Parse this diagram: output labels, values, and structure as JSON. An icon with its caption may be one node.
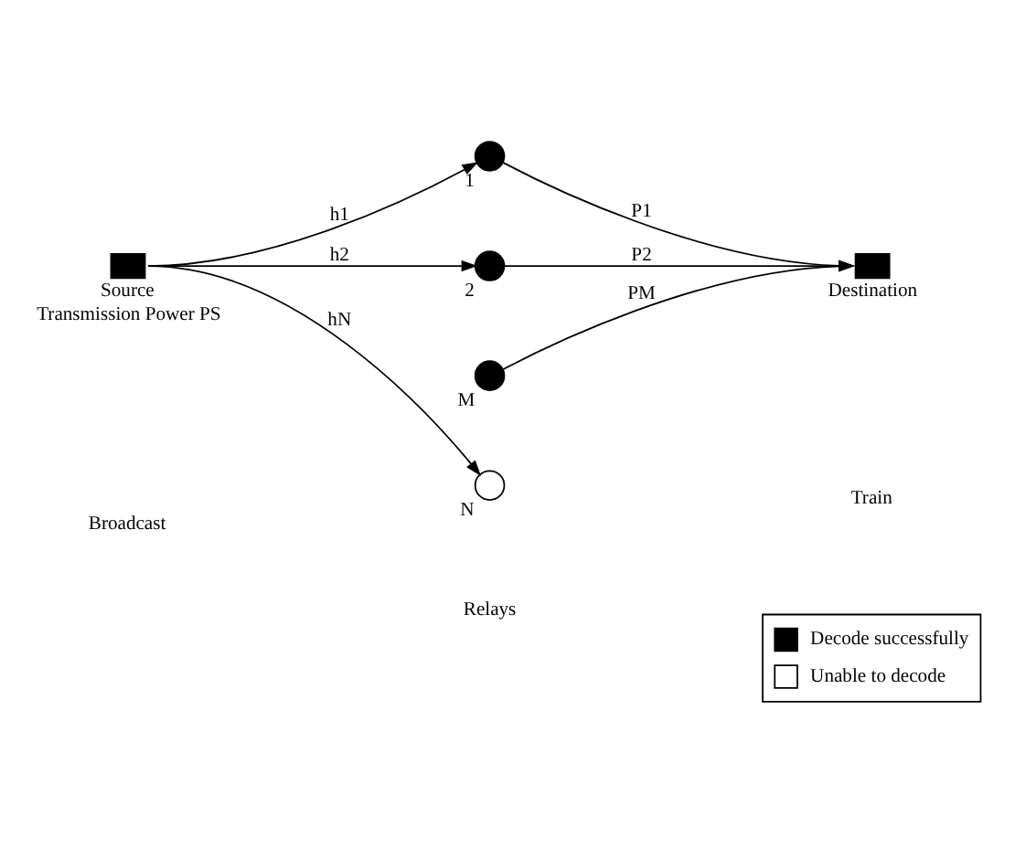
{
  "diagram": {
    "nodes": [
      {
        "text": [],
        "shape": "box",
        "beside": [
          "Source",
          "Transmission Power PS"
        ]
      },
      {
        "text": [],
        "shape": "circle",
        "beside": [
          "1"
        ]
      },
      {
        "text": [],
        "shape": "circle",
        "beside": [
          "2"
        ]
      },
      {
        "text": [],
        "shape": "circle",
        "beside": [
          "M"
        ]
      },
      {
        "text": [],
        "shape": "circle",
        "beside": [
          "N"
        ]
      },
      {
        "text": [],
        "shape": "box",
        "beside": [
          "Destination"
        ]
      }
    ],
    "edges": [
      {
        "from": 0,
        "to": 1,
        "arrow": "to",
        "label": "h1"
      },
      {
        "from": 0,
        "to": 2,
        "arrow": "to",
        "label": "h2"
      },
      {
        "from": 0,
        "to": 4,
        "arrow": "to",
        "label": "hN"
      },
      {
        "from": 1,
        "to": 5,
        "arrow": "to",
        "label": "P1"
      },
      {
        "from": 2,
        "to": 5,
        "arrow": "to",
        "label": "P2"
      },
      {
        "from": 3,
        "to": 5,
        "arrow": "to",
        "label": "PM"
      }
    ],
    "labels": [
      "Broadcast",
      "Train",
      "Relays"
    ],
    "legend": [
      {
        "text": "Decode successfully",
        "color": "#000000"
      },
      {
        "text": "Unable to decode",
        "color": "#ffffff"
      }
    ]
  }
}
